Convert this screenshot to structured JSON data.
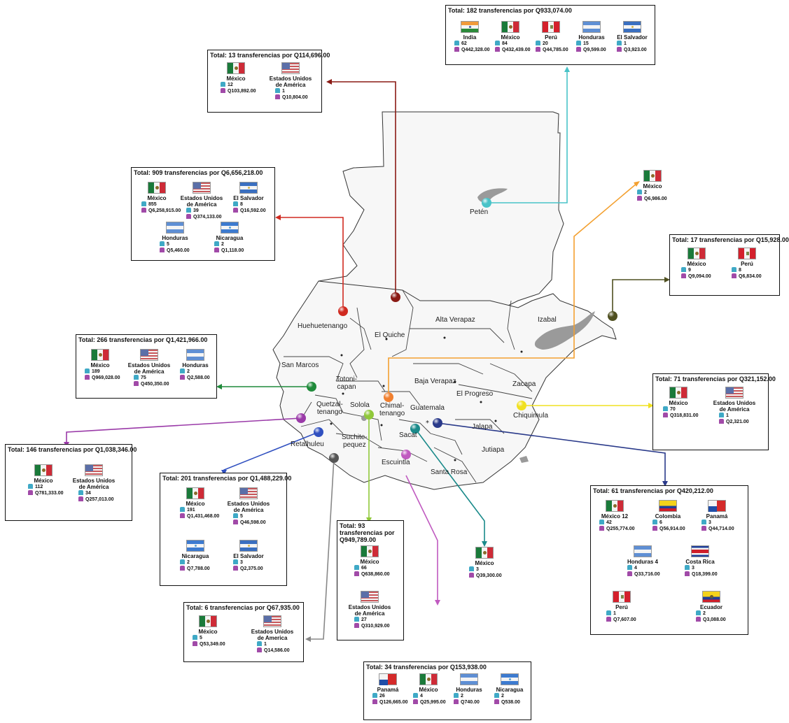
{
  "colors": {
    "guatemala": "#2a6dc0",
    "peten": "#49c3c8",
    "alta_verapaz_export": "#f3a030",
    "izabal": "#4f5020",
    "chiquimula": "#f0e020",
    "huehuetenango": "#d02a20",
    "quiche": "#8a1a14",
    "san_marcos": "#1f8a3a",
    "quetzaltenango": "#9a3aa8",
    "retalhuleu": "#3050c0",
    "suchitepequez": "#777777",
    "solola": "#90c83a",
    "sacatepequez": "#1a8a8a",
    "escuintla": "#c05ac0"
  },
  "departments": {
    "peten": "Petén",
    "huehuetenango": "Huehuetenango",
    "quiche": "El Quiche",
    "alta_verapaz": "Alta Verapaz",
    "izabal": "Izabal",
    "san_marcos": "San Marcos",
    "totonicapan": "Totoni-\ncapan",
    "baja_verapaz": "Baja Verapaz",
    "zacapa": "Zacapa",
    "quetzaltenango": "Quetzal-\ntenango",
    "solola": "Solola",
    "chimaltenango": "Chimal-\ntenango",
    "guatemala": "Guatemala",
    "el_progreso": "El Progreso",
    "chiquimula": "Chiquimula",
    "retalhuleu": "Retalhuleu",
    "suchitepequez": "Suchite-\npequez",
    "sacatepequez": "Sacat",
    "jalapa": "Jalapa",
    "jutiapa": "Jutiapa",
    "escuintla": "Escuintla",
    "santa_rosa": "Santa Rosa"
  },
  "boxes": {
    "peten": {
      "title": "Total: 182 transferencias por Q933,074.00",
      "countries": [
        {
          "name": "India",
          "flag": "in",
          "count": "62",
          "amount": "Q442,328.00"
        },
        {
          "name": "México",
          "flag": "mx",
          "count": "84",
          "amount": "Q432,439.00"
        },
        {
          "name": "Perú",
          "flag": "pe",
          "count": "20",
          "amount": "Q44,785.00"
        },
        {
          "name": "Honduras",
          "flag": "hn",
          "count": "15",
          "amount": "Q9,599.00"
        },
        {
          "name": "El Salvador",
          "flag": "sv",
          "count": "1",
          "amount": "Q3,923.00"
        }
      ]
    },
    "quiche": {
      "title": "Total: 13 transferencias por Q114,696.00",
      "countries": [
        {
          "name": "México",
          "flag": "mx",
          "count": "12",
          "amount": "Q103,892.00"
        },
        {
          "name": "Estados Unidos de América",
          "flag": "us",
          "count": "1",
          "amount": "Q10,804.00"
        }
      ]
    },
    "huehuetenango": {
      "title": "Total: 909 transferencias por Q6,656,218.00",
      "countries": [
        {
          "name": "México",
          "flag": "mx",
          "count": "855",
          "amount": "Q6,258,915.00"
        },
        {
          "name": "Estados Unidos de América",
          "flag": "us",
          "count": "39",
          "amount": "Q374,133.00"
        },
        {
          "name": "El Salvador",
          "flag": "sv",
          "count": "8",
          "amount": "Q16,592.00"
        },
        {
          "name": "Honduras",
          "flag": "hn",
          "count": "5",
          "amount": "Q5,460.00"
        },
        {
          "name": "Nicaragua",
          "flag": "ni",
          "count": "2",
          "amount": "Q1,118.00"
        }
      ]
    },
    "alta_verapaz": {
      "title": "",
      "countries": [
        {
          "name": "México",
          "flag": "mx",
          "count": "2",
          "amount": "Q6,986.00"
        }
      ]
    },
    "izabal": {
      "title": "Total: 17 transferencias por Q15,928.00",
      "countries": [
        {
          "name": "México",
          "flag": "mx",
          "count": "9",
          "amount": "Q9,094.00"
        },
        {
          "name": "Perú",
          "flag": "pe",
          "count": "8",
          "amount": "Q6,834.00"
        }
      ]
    },
    "san_marcos": {
      "title": "Total: 266 transferencias por Q1,421,966.00",
      "countries": [
        {
          "name": "México",
          "flag": "mx",
          "count": "189",
          "amount": "Q969,028.00"
        },
        {
          "name": "Estados Unidos de América",
          "flag": "us",
          "count": "75",
          "amount": "Q450,350.00"
        },
        {
          "name": "Honduras",
          "flag": "hn",
          "count": "2",
          "amount": "Q2,588.00"
        }
      ]
    },
    "chiquimula": {
      "title": "Total: 71 transferencias por Q321,152.00",
      "countries": [
        {
          "name": "México",
          "flag": "mx",
          "count": "70",
          "amount": "Q318,831.00"
        },
        {
          "name": "Estados Unidos de América",
          "flag": "us",
          "count": "1",
          "amount": "Q2,321.00"
        }
      ]
    },
    "quetzaltenango": {
      "title": "Total: 146 transferencias por Q1,038,346.00",
      "countries": [
        {
          "name": "México",
          "flag": "mx",
          "count": "112",
          "amount": "Q781,333.00"
        },
        {
          "name": "Estados Unidos de América",
          "flag": "us",
          "count": "34",
          "amount": "Q257,013.00"
        }
      ]
    },
    "retalhuleu": {
      "title": "Total: 201 transferencias por Q1,488,229.00",
      "countries": [
        {
          "name": "México",
          "flag": "mx",
          "count": "191",
          "amount": "Q1,431,468.00"
        },
        {
          "name": "Estados Unidos de América",
          "flag": "us",
          "count": "5",
          "amount": "Q46,598.00"
        },
        {
          "name": "Nicaragua",
          "flag": "ni",
          "count": "2",
          "amount": "Q7,788.00"
        },
        {
          "name": "El Salvador",
          "flag": "sv",
          "count": "3",
          "amount": "Q2,375.00"
        }
      ]
    },
    "guatemala": {
      "title": "Total: 61 transferencias por Q420,212.00",
      "countries": [
        {
          "name": "México 12",
          "flag": "mx",
          "count": "42",
          "amount": "Q255,774.00"
        },
        {
          "name": "Colombia",
          "flag": "co",
          "count": "6",
          "amount": "Q56,914.00"
        },
        {
          "name": "Panamá",
          "flag": "pa",
          "count": "3",
          "amount": "Q44,714.00"
        },
        {
          "name": "Honduras 4",
          "flag": "hn",
          "count": "4",
          "amount": "Q33,716.00"
        },
        {
          "name": "Costa Rica",
          "flag": "cr",
          "count": "3",
          "amount": "Q18,399.00"
        },
        {
          "name": "Perú",
          "flag": "pe",
          "count": "1",
          "amount": "Q7,607.00"
        },
        {
          "name": "Ecuador",
          "flag": "ec",
          "count": "2",
          "amount": "Q3,088.00"
        }
      ]
    },
    "solola": {
      "title": "Total: 93 transferencias por Q949,789.00",
      "countries": [
        {
          "name": "México",
          "flag": "mx",
          "count": "66",
          "amount": "Q638,860.00"
        },
        {
          "name": "Estados Unidos de América",
          "flag": "us",
          "count": "27",
          "amount": "Q310,929.00"
        }
      ]
    },
    "sacatepequez": {
      "title": "",
      "countries": [
        {
          "name": "México",
          "flag": "mx",
          "count": "3",
          "amount": "Q39,300.00"
        }
      ]
    },
    "suchitepequez": {
      "title": "Total: 6 transferencias por Q67,935.00",
      "countries": [
        {
          "name": "México",
          "flag": "mx",
          "count": "5",
          "amount": "Q53,349.00"
        },
        {
          "name": "Estados Unidos de America",
          "flag": "us",
          "count": "1",
          "amount": "Q14,586.00"
        }
      ]
    },
    "escuintla": {
      "title": "Total: 34 transferencias por Q153,938.00",
      "countries": [
        {
          "name": "Panamá",
          "flag": "pa",
          "count": "26",
          "amount": "Q126,665.00"
        },
        {
          "name": "México",
          "flag": "mx",
          "count": "4",
          "amount": "Q25,995.00"
        },
        {
          "name": "Honduras",
          "flag": "hn",
          "count": "2",
          "amount": "Q740.00"
        },
        {
          "name": "Nicaragua",
          "flag": "ni",
          "count": "2",
          "amount": "Q538.00"
        }
      ]
    }
  }
}
